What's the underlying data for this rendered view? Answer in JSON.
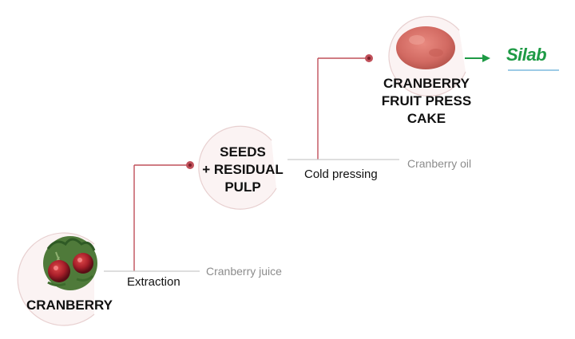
{
  "nodes": {
    "cranberry": {
      "label": "CRANBERRY"
    },
    "seeds": {
      "line1": "SEEDS",
      "line2": "+ RESIDUAL",
      "line3": "PULP"
    },
    "press_cake": {
      "line1": "CRANBERRY",
      "line2": "FRUIT PRESS",
      "line3": "CAKE"
    }
  },
  "steps": {
    "extraction": "Extraction",
    "cold_pressing": "Cold pressing"
  },
  "byproducts": {
    "juice": "Cranberry juice",
    "oil": "Cranberry oil"
  },
  "logo": {
    "text": "Silab"
  },
  "colors": {
    "connector": "#c0505a",
    "circle_fill": "#faf0f0",
    "circle_stroke": "#ead2d2",
    "arrow": "#1e9a45",
    "powder": "#d9746b"
  }
}
